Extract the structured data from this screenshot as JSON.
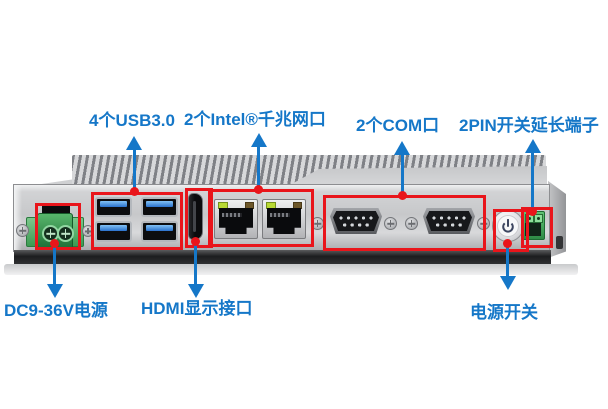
{
  "colors": {
    "label_blue": "#1577c8",
    "callout_red": "#e9151b",
    "usb_blue": "#2a72cc",
    "terminal_green": "#3c9a52"
  },
  "callouts": {
    "top": [
      {
        "id": "usb",
        "label": "4个USB3.0"
      },
      {
        "id": "lan",
        "label": "2个Intel®千兆网口"
      },
      {
        "id": "com",
        "label": "2个COM口"
      },
      {
        "id": "pin2",
        "label": "2PIN开关延长端子"
      }
    ],
    "bottom": [
      {
        "id": "dc",
        "label": "DC9-36V电源"
      },
      {
        "id": "hdmi",
        "label": "HDMI显示接口"
      },
      {
        "id": "power",
        "label": "电源开关"
      }
    ]
  },
  "icons": {
    "power_button": "power-icon"
  }
}
